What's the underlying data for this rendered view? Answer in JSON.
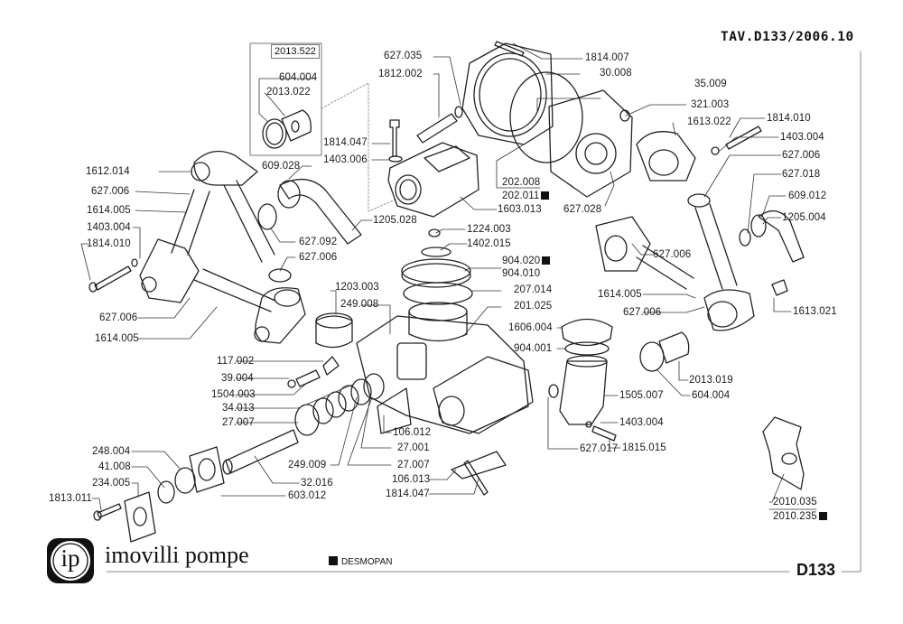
{
  "sheet": {
    "title": "TAV.D133/2006.10",
    "code": "D133",
    "brand": "imovilli pompe",
    "logo_text": "ip",
    "legend": {
      "marker": "black-square",
      "text": "DESMOPAN"
    },
    "kit_box_label": "2013.522"
  },
  "parts": [
    {
      "id": "kit-604004",
      "number": "604.004"
    },
    {
      "id": "kit-2013022",
      "number": "2013.022"
    },
    {
      "id": "p627035",
      "number": "627.035"
    },
    {
      "id": "p1812002",
      "number": "1812.002"
    },
    {
      "id": "p1814047a",
      "number": "1814.047"
    },
    {
      "id": "p1403006",
      "number": "1403.006"
    },
    {
      "id": "p1814007",
      "number": "1814.007"
    },
    {
      "id": "p30008",
      "number": "30.008"
    },
    {
      "id": "p35009",
      "number": "35.009"
    },
    {
      "id": "p321003",
      "number": "321.003"
    },
    {
      "id": "p1613022",
      "number": "1613.022"
    },
    {
      "id": "p1814010r",
      "number": "1814.010"
    },
    {
      "id": "p1403004r",
      "number": "1403.004"
    },
    {
      "id": "p627006r",
      "number": "627.006"
    },
    {
      "id": "p627018",
      "number": "627.018"
    },
    {
      "id": "p609012",
      "number": "609.012"
    },
    {
      "id": "p1205004",
      "number": "1205.004"
    },
    {
      "id": "p202008",
      "number": "202.008"
    },
    {
      "id": "p202011",
      "number": "202.011",
      "desmopan": true
    },
    {
      "id": "p1603013",
      "number": "1603.013"
    },
    {
      "id": "p627028",
      "number": "627.028"
    },
    {
      "id": "p1612014",
      "number": "1612.014"
    },
    {
      "id": "p627006a",
      "number": "627.006"
    },
    {
      "id": "p1614005a",
      "number": "1614.005"
    },
    {
      "id": "p1403004l",
      "number": "1403.004"
    },
    {
      "id": "p1814010l",
      "number": "1814.010"
    },
    {
      "id": "p609028",
      "number": "609.028"
    },
    {
      "id": "p1205028",
      "number": "1205.028"
    },
    {
      "id": "p627092",
      "number": "627.092"
    },
    {
      "id": "p627006b",
      "number": "627.006"
    },
    {
      "id": "p627006c",
      "number": "627.006"
    },
    {
      "id": "p1614005b",
      "number": "1614.005"
    },
    {
      "id": "p1224003",
      "number": "1224.003"
    },
    {
      "id": "p1402015",
      "number": "1402.015"
    },
    {
      "id": "p904020",
      "number": "904.020",
      "desmopan": true
    },
    {
      "id": "p904010",
      "number": "904.010"
    },
    {
      "id": "p207014",
      "number": "207.014"
    },
    {
      "id": "p201025",
      "number": "201.025"
    },
    {
      "id": "p1203003",
      "number": "1203.003"
    },
    {
      "id": "p249008",
      "number": "249.008"
    },
    {
      "id": "p627006d",
      "number": "627.006"
    },
    {
      "id": "p1614005c",
      "number": "1614.005"
    },
    {
      "id": "p627006e",
      "number": "627.006"
    },
    {
      "id": "p1613021",
      "number": "1613.021"
    },
    {
      "id": "p1606004",
      "number": "1606.004"
    },
    {
      "id": "p904001",
      "number": "904.001"
    },
    {
      "id": "p2013019",
      "number": "2013.019"
    },
    {
      "id": "p604004b",
      "number": "604.004"
    },
    {
      "id": "p1505007",
      "number": "1505.007"
    },
    {
      "id": "p1403004b",
      "number": "1403.004"
    },
    {
      "id": "p627017",
      "number": "627.017"
    },
    {
      "id": "p1815015",
      "number": "1815.015"
    },
    {
      "id": "p117002",
      "number": "117.002"
    },
    {
      "id": "p39004",
      "number": "39.004"
    },
    {
      "id": "p1504003",
      "number": "1504.003"
    },
    {
      "id": "p34013",
      "number": "34.013"
    },
    {
      "id": "p27007a",
      "number": "27.007"
    },
    {
      "id": "p106012",
      "number": "106.012"
    },
    {
      "id": "p27001",
      "number": "27.001"
    },
    {
      "id": "p249009",
      "number": "249.009"
    },
    {
      "id": "p27007b",
      "number": "27.007"
    },
    {
      "id": "p106013",
      "number": "106.013"
    },
    {
      "id": "p1814047b",
      "number": "1814.047"
    },
    {
      "id": "p248004",
      "number": "248.004"
    },
    {
      "id": "p41008",
      "number": "41.008"
    },
    {
      "id": "p234005",
      "number": "234.005"
    },
    {
      "id": "p1813011",
      "number": "1813.011"
    },
    {
      "id": "p32016",
      "number": "32.016"
    },
    {
      "id": "p603012",
      "number": "603.012"
    },
    {
      "id": "p2010035",
      "number": "2010.035"
    },
    {
      "id": "p2010235",
      "number": "2010.235",
      "desmopan": true
    }
  ]
}
